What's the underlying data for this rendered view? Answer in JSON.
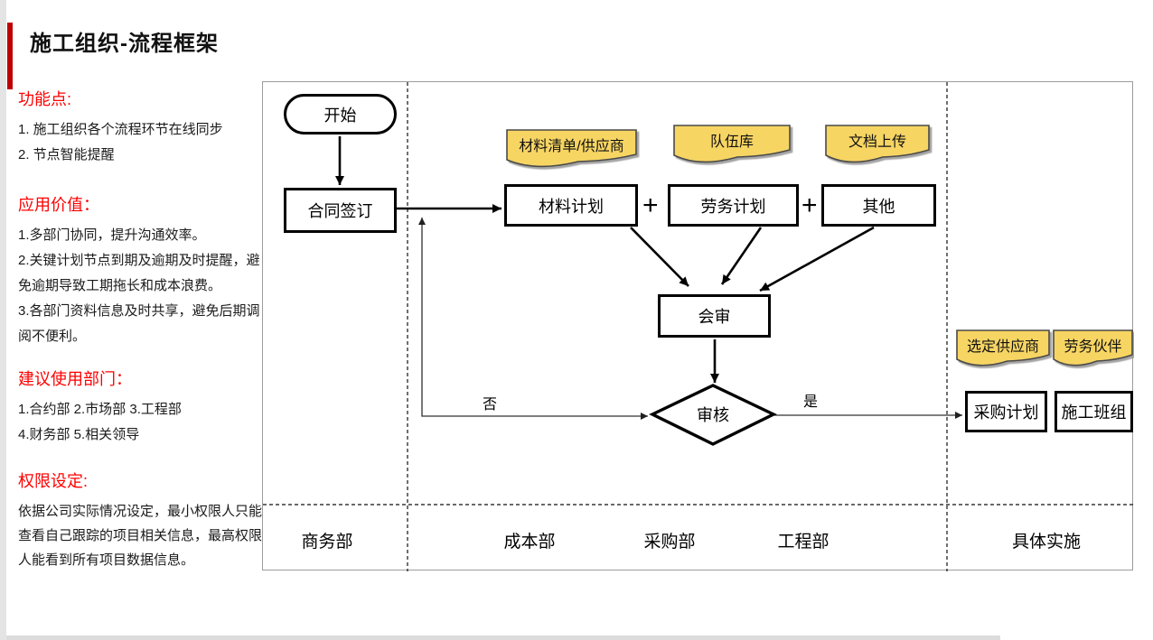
{
  "title": "施工组织-流程框架",
  "sidebar": {
    "sections": [
      {
        "heading": "功能点:",
        "items": [
          "1. 施工组织各个流程环节在线同步",
          "2. 节点智能提醒"
        ]
      },
      {
        "heading": "应用价值：",
        "items": [
          "1.多部门协同，提升沟通效率。",
          "2.关键计划节点到期及逾期及时提醒，避\n免逾期导致工期拖长和成本浪费。",
          "3.各部门资料信息及时共享，避免后期调\n阅不便利。"
        ]
      },
      {
        "heading": "建议使用部门：",
        "items": [
          "1.合约部 2.市场部 3.工程部",
          "4.财务部 5.相关领导"
        ]
      },
      {
        "heading": "权限设定:",
        "items": [
          "依据公司实际情况设定，最小权限人只能\n查看自己跟踪的项目相关信息，最高权限\n人能看到所有项目数据信息。"
        ]
      }
    ]
  },
  "flow": {
    "nodes": {
      "start": "开始",
      "contract": "合同签订",
      "material_plan": "材料计划",
      "labor_plan": "劳务计划",
      "other": "其他",
      "joint_review": "会审",
      "review": "审核",
      "purchase_plan": "采购计划",
      "construction_team": "施工班组"
    },
    "operators": {
      "plus1": "+",
      "plus2": "+"
    },
    "branch_labels": {
      "no": "否",
      "yes": "是"
    },
    "notes": {
      "material_list": "材料清单/供应商",
      "team_library": "队伍库",
      "doc_upload": "文档上传",
      "selected_supplier": "选定供应商",
      "labor_partner": "劳务伙伴"
    },
    "lanes": [
      "商务部",
      "成本部",
      "采购部",
      "工程部",
      "具体实施"
    ]
  },
  "colors": {
    "heading_red": "#FF0000",
    "title_bar_red": "#C00000",
    "note_fill": "#F7D563",
    "note_border": "#4A4A4A",
    "frame_gray": "#9C9C9C"
  }
}
